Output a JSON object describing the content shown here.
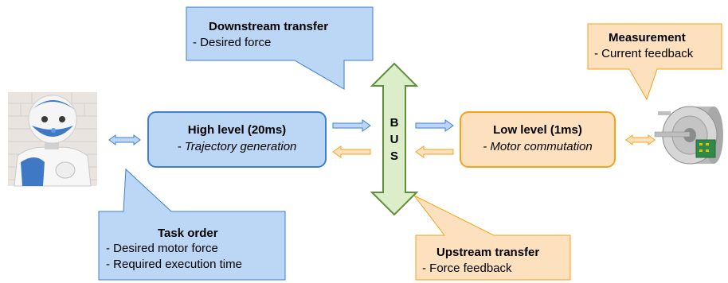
{
  "colors": {
    "blue_fill": "#bcd6f5",
    "blue_stroke": "#3d7fd1",
    "orange_fill": "#fde0bd",
    "orange_stroke": "#f5a21a",
    "green_fill": "#dcedc9",
    "green_stroke": "#5f8f3a"
  },
  "icons": [
    "humanoid-robot-image",
    "electric-motor-image"
  ],
  "callouts": {
    "downstream": {
      "title": "Downstream transfer",
      "lines": [
        "- Desired force"
      ]
    },
    "measurement": {
      "title": "Measurement",
      "lines": [
        "- Current feedback"
      ]
    },
    "task_order": {
      "title": "Task order",
      "lines": [
        "- Desired motor force",
        "- Required execution time"
      ]
    },
    "upstream": {
      "title": "Upstream transfer",
      "lines": [
        "- Force feedback"
      ]
    }
  },
  "boxes": {
    "high_level": {
      "title": "High level (20ms)",
      "subtitle": "- Trajectory generation"
    },
    "low_level": {
      "title": "Low level (1ms)",
      "subtitle": "- Motor commutation"
    }
  },
  "bus": {
    "letters": [
      "B",
      "U",
      "S"
    ]
  }
}
